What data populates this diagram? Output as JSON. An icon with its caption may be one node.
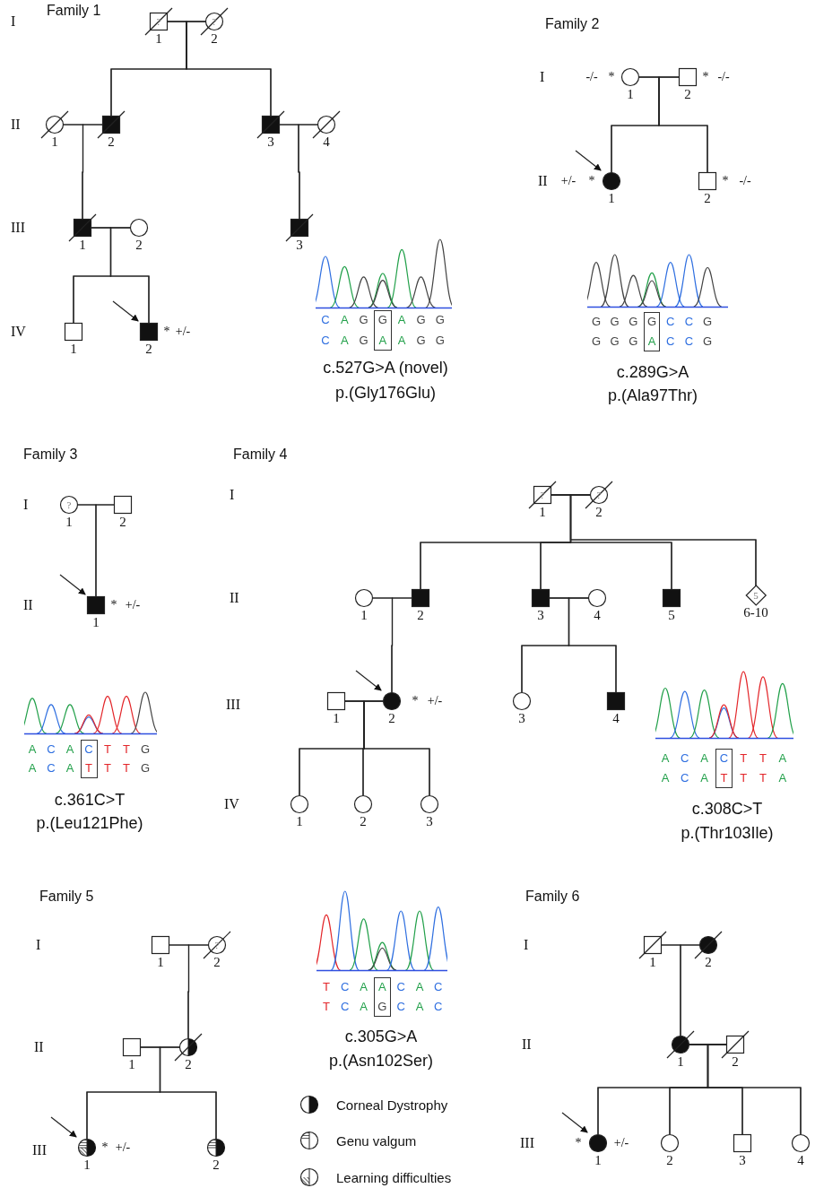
{
  "diagram": {
    "nodes": [
      {
        "text": [
          "?",
          "1"
        ]
      },
      {
        "text": [
          "?",
          "2"
        ]
      },
      {
        "text": [
          "1"
        ]
      },
      {
        "text": [
          "2"
        ]
      },
      {
        "text": [
          "3"
        ]
      },
      {
        "text": [
          "4"
        ]
      },
      {
        "text": [
          "1"
        ]
      },
      {
        "text": [
          "2"
        ]
      },
      {
        "text": [
          "3"
        ]
      },
      {
        "text": [
          "1"
        ]
      },
      {
        "text": [
          "2"
        ],
        "beside": [
          "*",
          "+/-"
        ]
      },
      {
        "text": [
          "1"
        ],
        "beside": [
          "-/-",
          "*"
        ]
      },
      {
        "text": [
          "2"
        ],
        "beside": [
          "*",
          "-/-"
        ]
      },
      {
        "text": [
          "1"
        ],
        "beside": [
          "+/-",
          "*"
        ]
      },
      {
        "text": [
          "2"
        ],
        "beside": [
          "*",
          "-/-"
        ]
      },
      {
        "text": [
          "?",
          "1"
        ]
      },
      {
        "text": [
          "2"
        ]
      },
      {
        "text": [
          "1"
        ],
        "beside": [
          "*",
          "+/-"
        ]
      },
      {
        "text": [
          "?",
          "1"
        ]
      },
      {
        "text": [
          "?",
          "2"
        ]
      },
      {
        "text": [
          "1"
        ]
      },
      {
        "text": [
          "2"
        ]
      },
      {
        "text": [
          "3"
        ]
      },
      {
        "text": [
          "4"
        ]
      },
      {
        "text": [
          "5"
        ]
      },
      {
        "text": [
          "5",
          "6-10"
        ]
      },
      {
        "text": [
          "1"
        ]
      },
      {
        "text": [
          "2"
        ],
        "beside": [
          "*",
          "+/-"
        ]
      },
      {
        "text": [
          "3"
        ]
      },
      {
        "text": [
          "4"
        ]
      },
      {
        "text": [
          "1"
        ]
      },
      {
        "text": [
          "2"
        ]
      },
      {
        "text": [
          "3"
        ]
      },
      {
        "text": [
          "1"
        ]
      },
      {
        "text": [
          "?",
          "2"
        ]
      },
      {
        "text": [
          "1"
        ]
      },
      {
        "text": [
          "2"
        ]
      },
      {
        "text": [
          "1"
        ],
        "beside": [
          "*",
          "+/-"
        ]
      },
      {
        "text": [
          "2"
        ]
      },
      {
        "text": [
          "1"
        ]
      },
      {
        "text": [
          "2"
        ]
      },
      {
        "text": [
          "1"
        ]
      },
      {
        "text": [
          "2"
        ]
      },
      {
        "text": [
          "1"
        ],
        "beside": [
          "*",
          "+/-"
        ]
      },
      {
        "text": [
          "2"
        ]
      },
      {
        "text": [
          "3"
        ]
      },
      {
        "text": [
          "4"
        ]
      }
    ],
    "edges": [
      {
        "from": 0,
        "to": 1,
        "arrow": "none"
      },
      {
        "from": 2,
        "to": 3,
        "arrow": "none"
      },
      {
        "from": 4,
        "to": 5,
        "arrow": "none"
      },
      {
        "from": 6,
        "to": 7,
        "arrow": "none"
      },
      {
        "from": 11,
        "to": 12,
        "arrow": "none"
      },
      {
        "from": 15,
        "to": 16,
        "arrow": "none"
      },
      {
        "from": 18,
        "to": 19,
        "arrow": "none"
      },
      {
        "from": 20,
        "to": 21,
        "arrow": "none"
      },
      {
        "from": 22,
        "to": 23,
        "arrow": "none"
      },
      {
        "from": 26,
        "to": 27,
        "arrow": "none"
      },
      {
        "from": 33,
        "to": 34,
        "arrow": "none"
      },
      {
        "from": 35,
        "to": 36,
        "arrow": "none"
      },
      {
        "from": 39,
        "to": 40,
        "arrow": "none"
      },
      {
        "from": 41,
        "to": 42,
        "arrow": "none"
      },
      {
        "from": 0,
        "to": 3,
        "arrow": "none"
      },
      {
        "from": 1,
        "to": 3,
        "arrow": "none"
      },
      {
        "from": 0,
        "to": 4,
        "arrow": "none"
      },
      {
        "from": 1,
        "to": 4,
        "arrow": "none"
      },
      {
        "from": 2,
        "to": 6,
        "arrow": "none"
      },
      {
        "from": 3,
        "to": 6,
        "arrow": "none"
      },
      {
        "from": 4,
        "to": 8,
        "arrow": "none"
      },
      {
        "from": 5,
        "to": 8,
        "arrow": "none"
      },
      {
        "from": 6,
        "to": 9,
        "arrow": "none"
      },
      {
        "from": 7,
        "to": 9,
        "arrow": "none"
      },
      {
        "from": 6,
        "to": 10,
        "arrow": "none"
      },
      {
        "from": 7,
        "to": 10,
        "arrow": "none"
      },
      {
        "from": 11,
        "to": 13,
        "arrow": "none"
      },
      {
        "from": 12,
        "to": 13,
        "arrow": "none"
      },
      {
        "from": 11,
        "to": 14,
        "arrow": "none"
      },
      {
        "from": 12,
        "to": 14,
        "arrow": "none"
      },
      {
        "from": 15,
        "to": 17,
        "arrow": "none"
      },
      {
        "from": 16,
        "to": 17,
        "arrow": "none"
      },
      {
        "from": 18,
        "to": 21,
        "arrow": "none"
      },
      {
        "from": 19,
        "to": 21,
        "arrow": "none"
      },
      {
        "from": 18,
        "to": 22,
        "arrow": "none"
      },
      {
        "from": 19,
        "to": 22,
        "arrow": "none"
      },
      {
        "from": 18,
        "to": 24,
        "arrow": "none"
      },
      {
        "from": 19,
        "to": 24,
        "arrow": "none"
      },
      {
        "from": 18,
        "to": 25,
        "arrow": "none"
      },
      {
        "from": 19,
        "to": 25,
        "arrow": "none"
      },
      {
        "from": 20,
        "to": 27,
        "arrow": "none"
      },
      {
        "from": 21,
        "to": 27,
        "arrow": "none"
      },
      {
        "from": 22,
        "to": 28,
        "arrow": "none"
      },
      {
        "from": 23,
        "to": 28,
        "arrow": "none"
      },
      {
        "from": 22,
        "to": 29,
        "arrow": "none"
      },
      {
        "from": 23,
        "to": 29,
        "arrow": "none"
      },
      {
        "from": 26,
        "to": 30,
        "arrow": "none"
      },
      {
        "from": 27,
        "to": 30,
        "arrow": "none"
      },
      {
        "from": 26,
        "to": 31,
        "arrow": "none"
      },
      {
        "from": 27,
        "to": 31,
        "arrow": "none"
      },
      {
        "from": 26,
        "to": 32,
        "arrow": "none"
      },
      {
        "from": 27,
        "to": 32,
        "arrow": "none"
      },
      {
        "from": 33,
        "to": 36,
        "arrow": "none"
      },
      {
        "from": 34,
        "to": 36,
        "arrow": "none"
      },
      {
        "from": 35,
        "to": 37,
        "arrow": "none"
      },
      {
        "from": 36,
        "to": 37,
        "arrow": "none"
      },
      {
        "from": 35,
        "to": 38,
        "arrow": "none"
      },
      {
        "from": 36,
        "to": 38,
        "arrow": "none"
      },
      {
        "from": 39,
        "to": 41,
        "arrow": "none"
      },
      {
        "from": 40,
        "to": 41,
        "arrow": "none"
      },
      {
        "from": 41,
        "to": 43,
        "arrow": "none"
      },
      {
        "from": 42,
        "to": 43,
        "arrow": "none"
      },
      {
        "from": 41,
        "to": 44,
        "arrow": "none"
      },
      {
        "from": 42,
        "to": 44,
        "arrow": "none"
      },
      {
        "from": 41,
        "to": 45,
        "arrow": "none"
      },
      {
        "from": 42,
        "to": 45,
        "arrow": "none"
      },
      {
        "from": 41,
        "to": 46,
        "arrow": "none"
      },
      {
        "from": 42,
        "to": 46,
        "arrow": "none"
      },
      {
        "from": null,
        "to": 10,
        "arrow": "to"
      },
      {
        "from": null,
        "to": 13,
        "arrow": "to"
      },
      {
        "from": null,
        "to": 17,
        "arrow": "to"
      },
      {
        "from": null,
        "to": 27,
        "arrow": "to"
      },
      {
        "from": null,
        "to": 37,
        "arrow": "to"
      },
      {
        "from": null,
        "to": 43,
        "arrow": "to"
      }
    ],
    "labels": [
      "I",
      "Family 1",
      "II",
      "III",
      "IV",
      "C A G G A G G",
      "C A G A A G G",
      "c.527G>A (novel)",
      "p.(Gly176Glu)",
      "Family 2",
      "I",
      "II",
      "G G G G C C G",
      "G G G A C C G",
      "c.289G>A",
      "p.(Ala97Thr)",
      "Family 3",
      "I",
      "II",
      "A C A C T T G",
      "A C A T T T G",
      "c.361C>T",
      "p.(Leu121Phe)",
      "Family 4",
      "I",
      "II",
      "III",
      "IV",
      "A C A C T T A",
      "A C A T T T A",
      "c.308C>T",
      "p.(Thr103Ile)",
      "Family 5",
      "I",
      "II",
      "III",
      "T C A A C A C",
      "T C A G C A C",
      "c.305G>A",
      "p.(Asn102Ser)",
      "Family 6",
      "I",
      "II",
      "III"
    ],
    "legend": [
      {
        "text": "Corneal Dystrophy"
      },
      {
        "text": "Genu valgum"
      },
      {
        "text": "Learning difficulties"
      }
    ]
  }
}
